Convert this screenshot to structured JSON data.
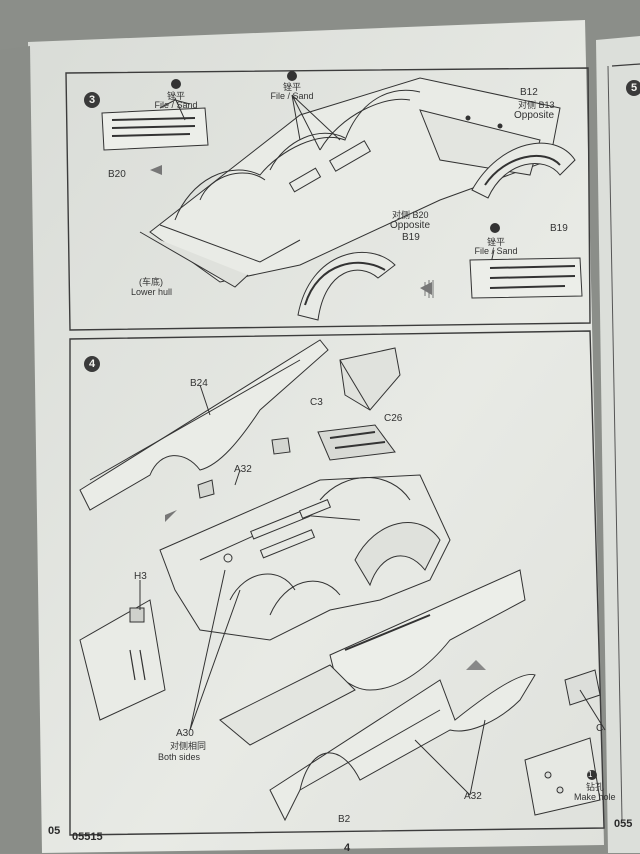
{
  "page": {
    "left_page_fragment": "05",
    "right_page_fragment": "055",
    "catalog_number": "05515",
    "page_number": "4"
  },
  "step3": {
    "number": "3",
    "file_sand_cn": "锉平",
    "file_sand": "File / Sand",
    "file_sand2_cn": "锉平",
    "file_sand2": "File / Sand",
    "b20": "B20",
    "b12": "B12",
    "b13_cn": "对侧 B13",
    "b13_opp": "Opposite",
    "b20_opp_cn": "对侧 B20",
    "b20_opp": "Opposite",
    "b19": "B19",
    "lower_hull_cn": "(车底)",
    "lower_hull": "Lower hull",
    "file_sand3_cn": "锉平",
    "file_sand3": "File / Sand",
    "b19b": "B19"
  },
  "step4": {
    "number": "4",
    "b24": "B24",
    "c3": "C3",
    "c26": "C26",
    "a32": "A32",
    "h3": "H3",
    "a30": "A30",
    "a30_cn": "对侧相同",
    "both_sides": "Both sides",
    "a32b": "A32",
    "b2": "B2",
    "c_right": "C",
    "make_hole_cn": "钻孔",
    "make_hole": "Make hole",
    "make_hole_num": "1"
  },
  "right_page": {
    "step_number": "5"
  }
}
